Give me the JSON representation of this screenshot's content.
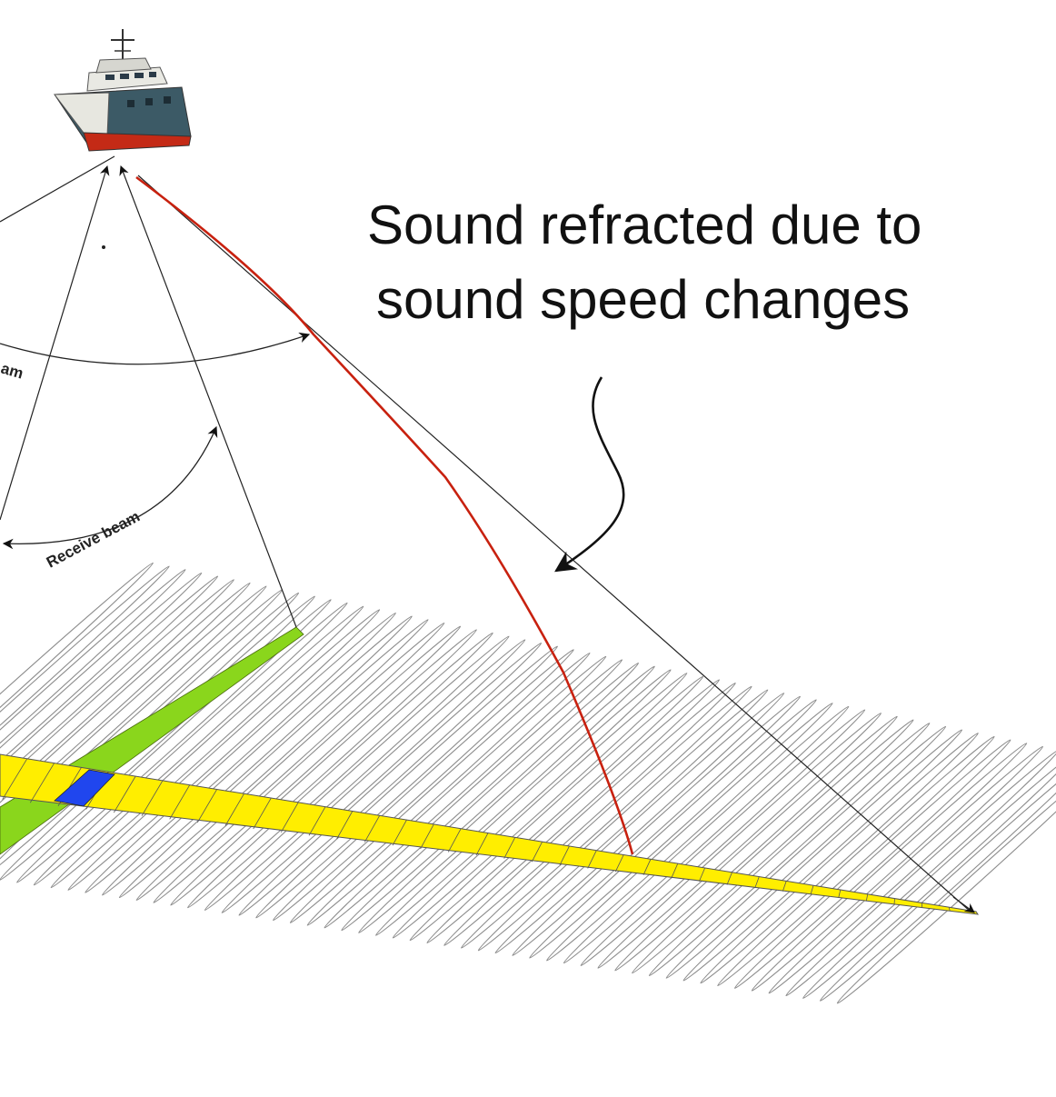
{
  "callout": {
    "line1": "Sound refracted due to",
    "line2": "sound speed changes"
  },
  "labels": {
    "transmit_beam_fragment": "am",
    "receive_beam": "Receive beam"
  },
  "colors": {
    "transmit_footprint": "#ffee00",
    "receive_footprint": "#8ad61c",
    "intersection_cell": "#2046ee",
    "refracted_ray": "#c8210f",
    "beam_lines": "#222222",
    "swath_lobes": "#8c8c8c"
  },
  "icons": {
    "vessel": "survey-ship-icon"
  }
}
